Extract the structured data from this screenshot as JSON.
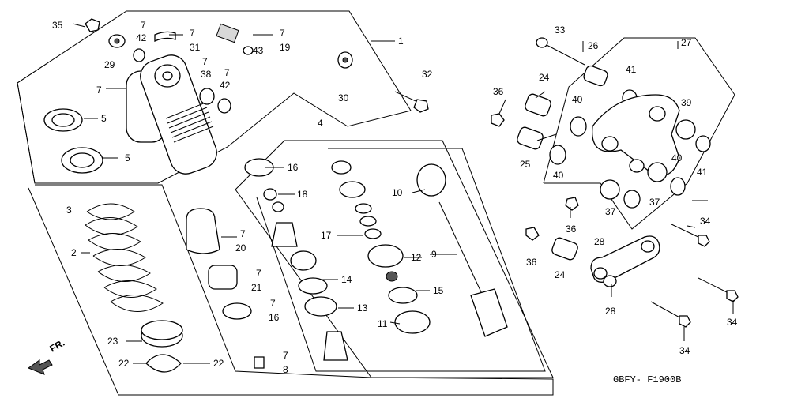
{
  "diagram_code": "GBFY- F1900B",
  "front_label": "FR.",
  "callouts": {
    "c35": "35",
    "c29": "29",
    "c7a": "7",
    "c42a": "42",
    "c7b": "7",
    "c31": "31",
    "c7c": "7",
    "c19": "19",
    "c43": "43",
    "c1": "1",
    "c7d": "7",
    "c38": "38",
    "c7e": "7",
    "c42b": "42",
    "c30": "30",
    "c32": "32",
    "c5a": "5",
    "c5b": "5",
    "c3": "3",
    "c16a": "16",
    "c4": "4",
    "c18": "18",
    "c10": "10",
    "c2": "2",
    "c7f": "7",
    "c20": "20",
    "c17": "17",
    "c9": "9",
    "c12": "12",
    "c7g": "7",
    "c21": "21",
    "c14": "14",
    "c15": "15",
    "c7h": "7",
    "c16b": "16",
    "c13": "13",
    "c11": "11",
    "c23": "23",
    "c7i": "7",
    "c8": "8",
    "c22a": "22",
    "c22b": "22",
    "c33": "33",
    "c26": "26",
    "c27": "27",
    "c36a": "36",
    "c24a": "24",
    "c41a": "41",
    "c40a": "40",
    "c39": "39",
    "c25": "25",
    "c40b": "40",
    "c40c": "40",
    "c41b": "41",
    "c37a": "37",
    "c37b": "37",
    "c36b": "36",
    "c28a": "28",
    "c34a": "34",
    "c36c": "36",
    "c24b": "24",
    "c28b": "28",
    "c34b": "34",
    "c34c": "34"
  }
}
